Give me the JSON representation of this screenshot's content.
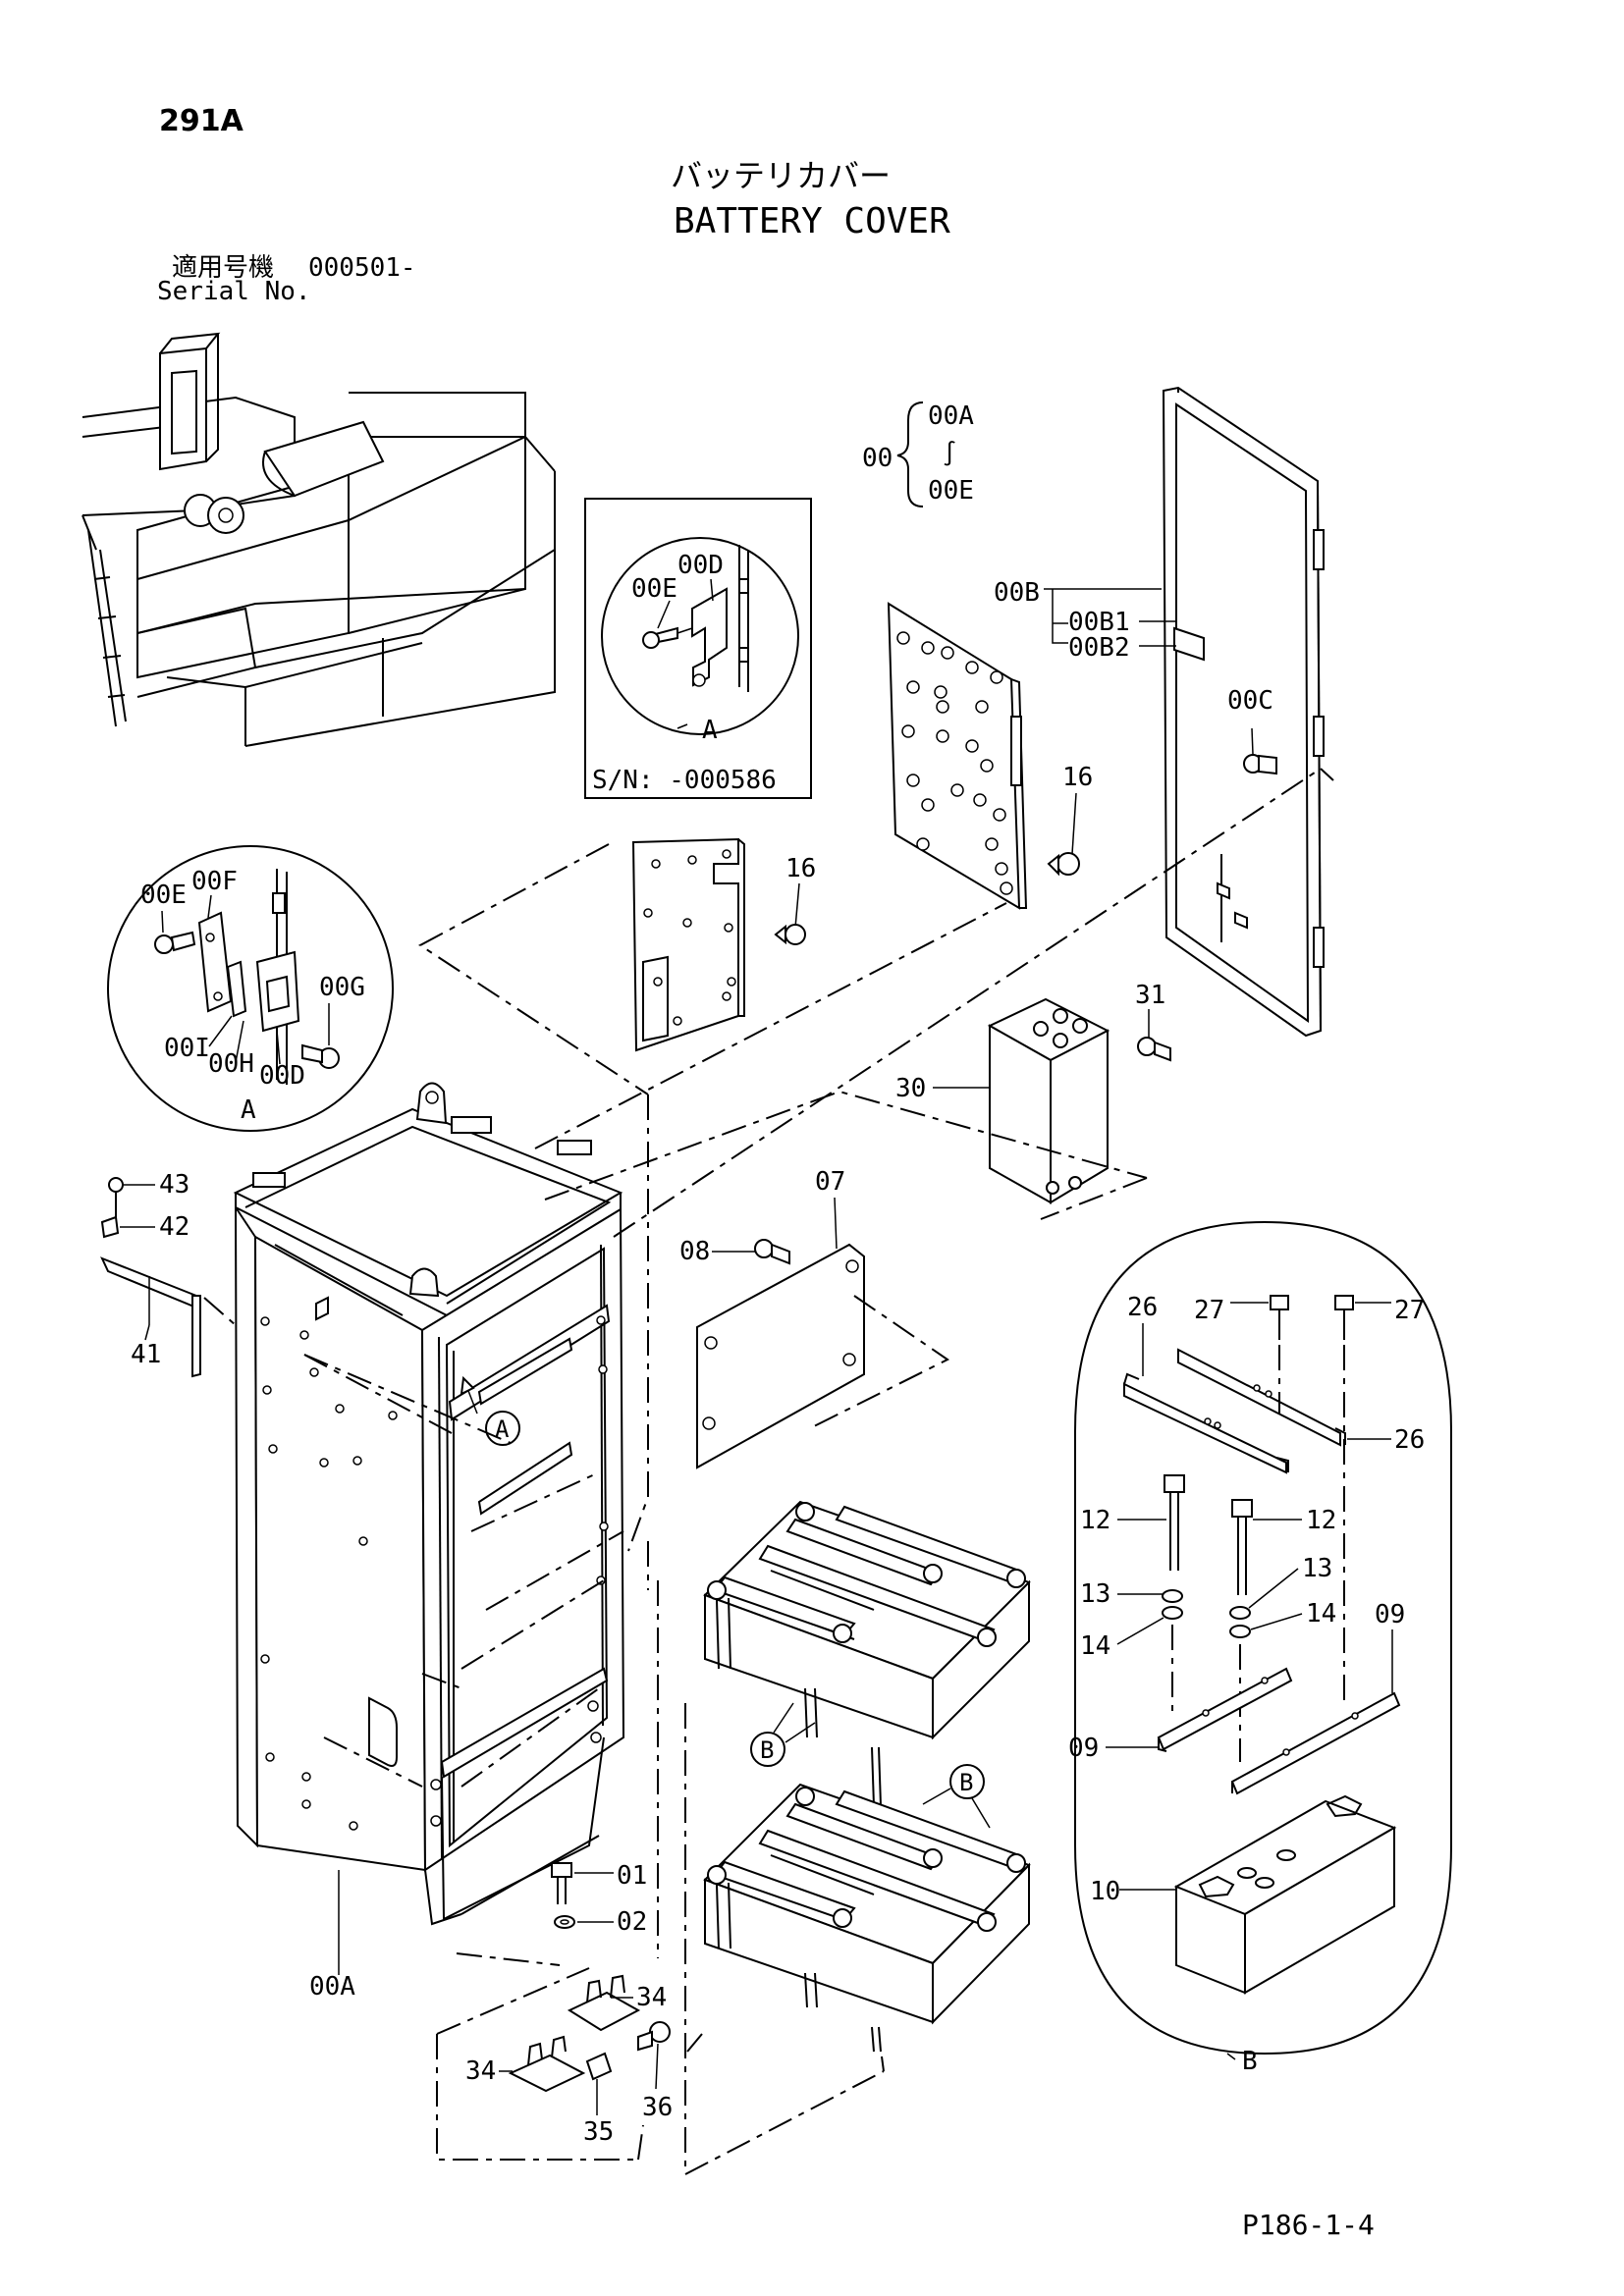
{
  "page_code": "291A",
  "title_jp": "バッテリカバー",
  "title_en": "BATTERY COVER",
  "serial": {
    "label_jp": "適用号機",
    "value": "000501-",
    "label_en": "Serial No."
  },
  "inset_serial": "S/N: -000586",
  "bracket_group": {
    "root": "00",
    "from": "00A",
    "tilde": "∫",
    "to": "00E"
  },
  "callouts": {
    "c00B": "00B",
    "c00B1": "00B1",
    "c00B2": "00B2",
    "c00C": "00C",
    "c16a": "16",
    "c16b": "16",
    "c31": "31",
    "c30": "30",
    "c07": "07",
    "c08": "08",
    "c43": "43",
    "c42": "42",
    "c41": "41",
    "c01": "01",
    "c02": "02",
    "c00A": "00A",
    "c34a": "34",
    "c34b": "34",
    "c35": "35",
    "c36": "36",
    "c26a": "26",
    "c26b": "26",
    "c27a": "27",
    "c27b": "27",
    "c12a": "12",
    "c12b": "12",
    "c13a": "13",
    "c13b": "13",
    "c14a": "14",
    "c14b": "14",
    "c09a": "09",
    "c09b": "09",
    "c10": "10",
    "cB": "B",
    "dA_top": "A",
    "c00D_top": "00D",
    "c00E_top": "00E",
    "dA_left": "A",
    "c00F": "00F",
    "c00E_left": "00E",
    "c00G": "00G",
    "c00I": "00I",
    "c00H": "00H",
    "c00D_left": "00D",
    "ref_A": "A",
    "ref_B1": "B",
    "ref_B2": "B"
  },
  "footer_code": "P186-1-4"
}
